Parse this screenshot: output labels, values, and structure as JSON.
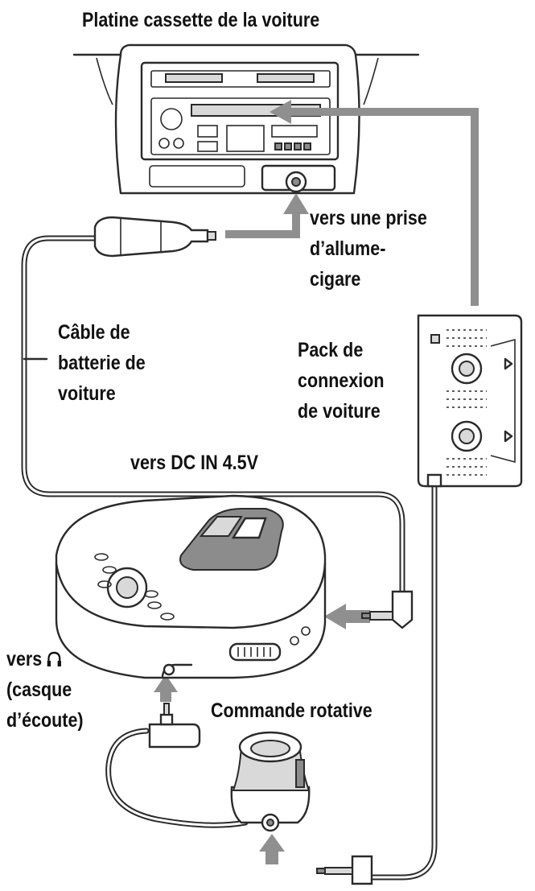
{
  "labels": {
    "car_stereo": "Platine cassette de la voiture",
    "lighter_socket": [
      "vers une prise",
      "d’allume-",
      "cigare"
    ],
    "battery_cord": [
      "Câble de",
      "batterie de",
      "voiture"
    ],
    "connecting_pack": [
      "Pack de",
      "connexion",
      "de voiture"
    ],
    "dc_in": "vers DC IN 4.5V",
    "headphones": [
      "vers ",
      "(casque",
      "d’écoute)"
    ],
    "remote": "Commande rotative"
  },
  "colors": {
    "arrow": "#8f8f8f",
    "line": "#2a2a2a",
    "text": "#111111"
  },
  "icons": {
    "headphones": "headphones-icon"
  }
}
